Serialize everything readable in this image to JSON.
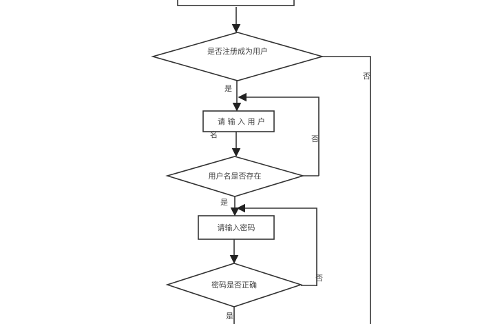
{
  "nodes": {
    "top_box": {
      "text": ""
    },
    "decision_registered": {
      "text": "是否注册成为用户",
      "yes": "是",
      "no": "否"
    },
    "input_username": {
      "text": "请 输 入 用 户",
      "text_wrap": "名"
    },
    "decision_username_exists": {
      "text": "用户名是否存在",
      "yes": "是",
      "no": "否"
    },
    "input_password": {
      "text": "请输入密码"
    },
    "decision_password_correct": {
      "text": "密码是否正确",
      "yes": "是",
      "no": "否"
    }
  }
}
